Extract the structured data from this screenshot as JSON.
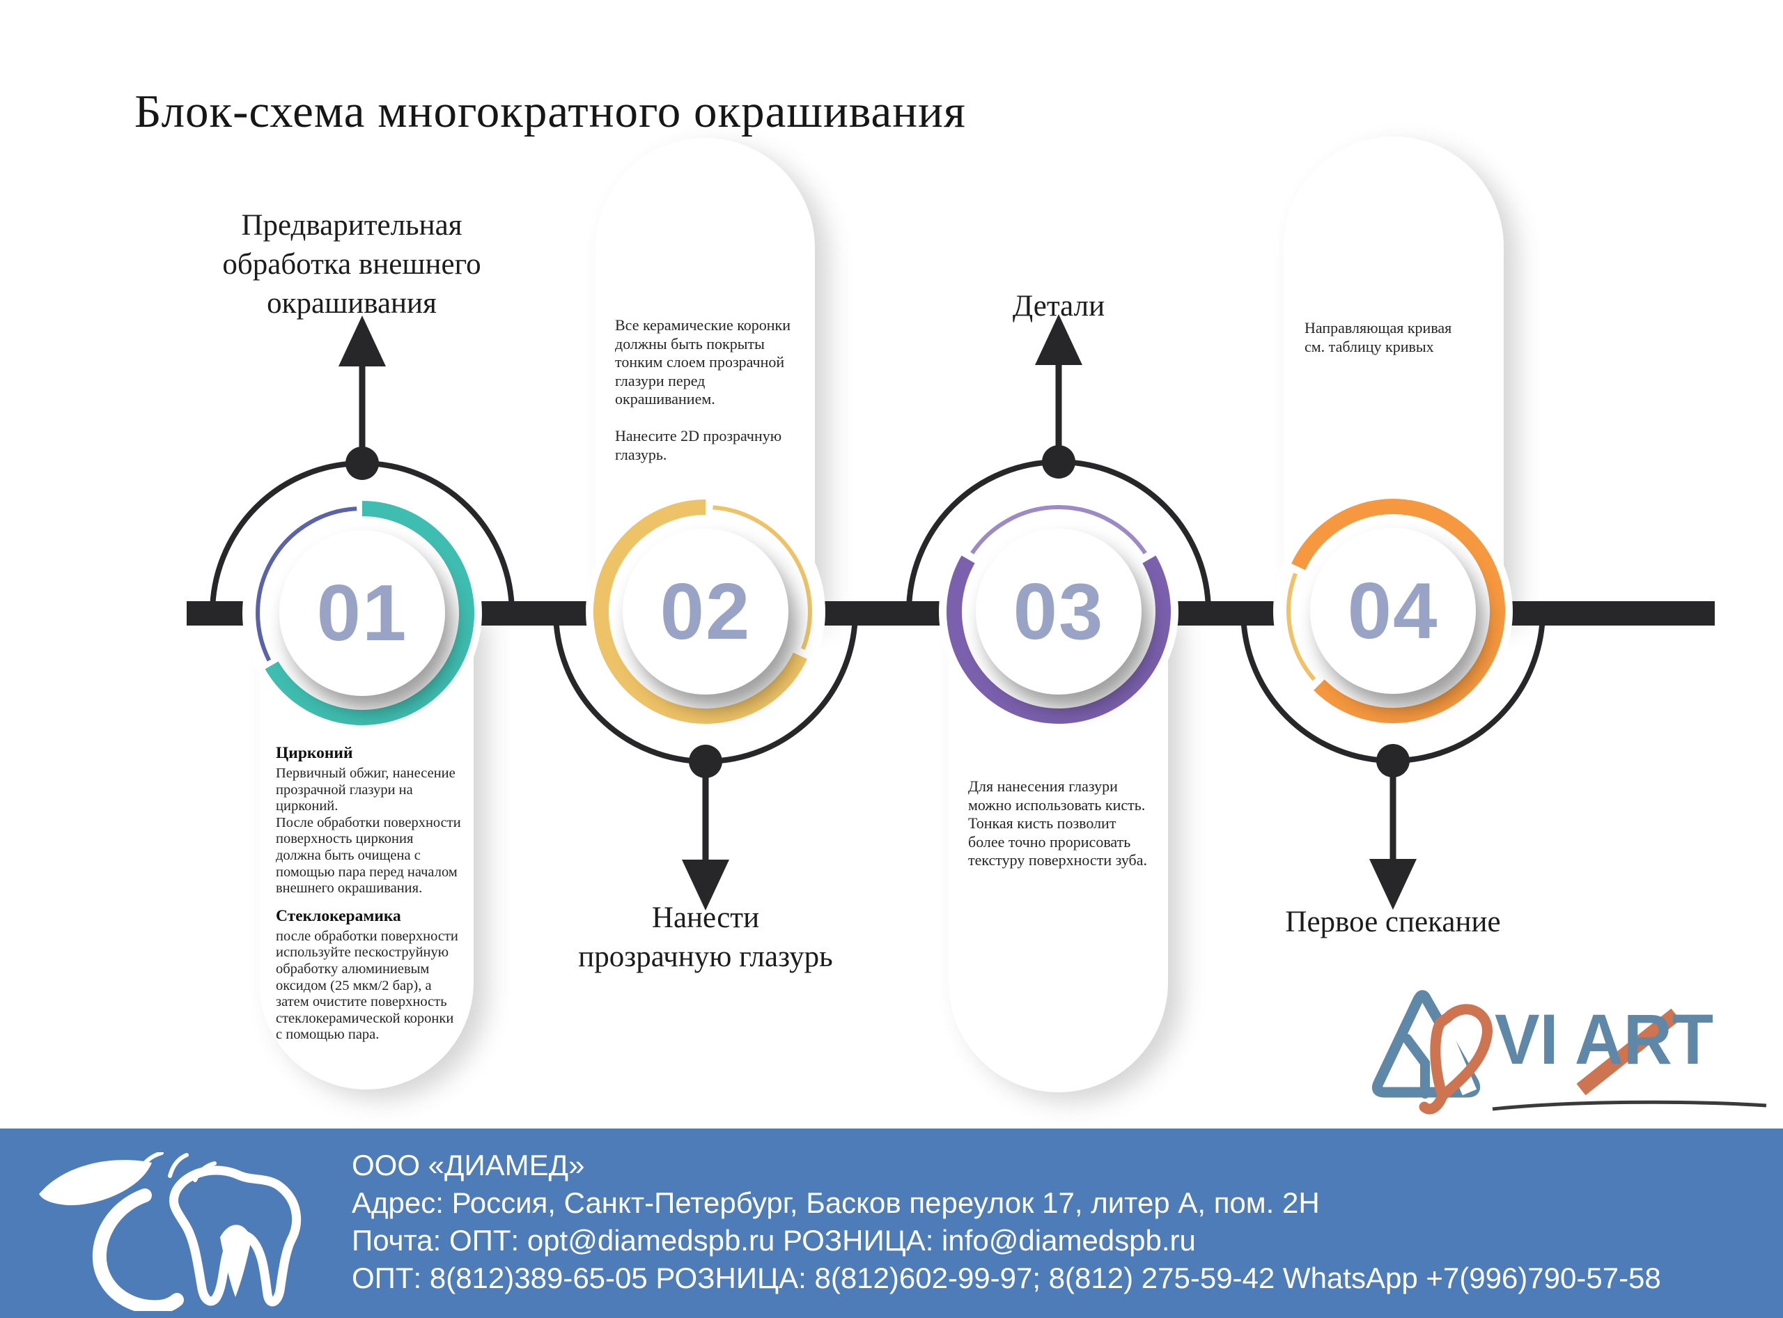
{
  "title": "Блок-схема многократного окрашивания",
  "colors": {
    "timeline": "#27272a",
    "number": "#99a3c6",
    "footer_bg": "#4d7cb9",
    "logo_blue": "#5f87a8",
    "logo_orange": "#cf7450"
  },
  "steps": [
    {
      "number": "01",
      "label": "Предварительная\nобработка внешнего\nокрашивания",
      "color": "#3fbdb0",
      "thin_color": "#5a62a9",
      "card": {
        "heading1": "Цирконий",
        "text1": "Первичный обжиг, нанесение прозрачной глазури на цирконий.\nПосле обработки поверхности поверхность циркония должна быть очищена с помощью пара перед началом внешнего окрашивания.",
        "heading2": "Стеклокерамика",
        "text2": "после обработки поверхности используйте пескоструйную обработку алюминиевым оксидом (25 мкм/2 бар), а затем очистите поверхность стеклокерамической коронки с помощью пара."
      }
    },
    {
      "number": "02",
      "label": "Нанести\nпрозрачную глазурь",
      "color": "#eec266",
      "thin_color": "#eec266",
      "card": {
        "text": "Все керамические коронки должны быть покрыты тонким слоем прозрачной глазури перед окрашиванием.\n\nНанесите 2D прозрачную глазурь."
      }
    },
    {
      "number": "03",
      "label": "Детали",
      "color": "#7b60ae",
      "thin_color": "#9c8ac6",
      "card": {
        "text": "Для нанесения глазури можно использовать кисть.\nТонкая кисть позволит более точно прорисовать текстуру поверхности зуба."
      }
    },
    {
      "number": "04",
      "label": "Первое спекание",
      "color": "#f6983f",
      "thin_color": "#f2c066",
      "card": {
        "text": "Направляющая кривая\nсм. таблицу кривых"
      }
    }
  ],
  "logo": {
    "text": "VI ART"
  },
  "footer": {
    "company": "ООО «ДИАМЕД»",
    "address": "Адрес: Россия, Санкт-Петербург, Басков переулок 17, литер А, пом. 2Н",
    "emails": "Почта: ОПТ: opt@diamedspb.ru РОЗНИЦА: info@diamedspb.ru",
    "phones": "ОПТ: 8(812)389-65-05 РОЗНИЦА: 8(812)602-99-97; 8(812) 275-59-42 WhatsApp +7(996)790-57-58"
  }
}
